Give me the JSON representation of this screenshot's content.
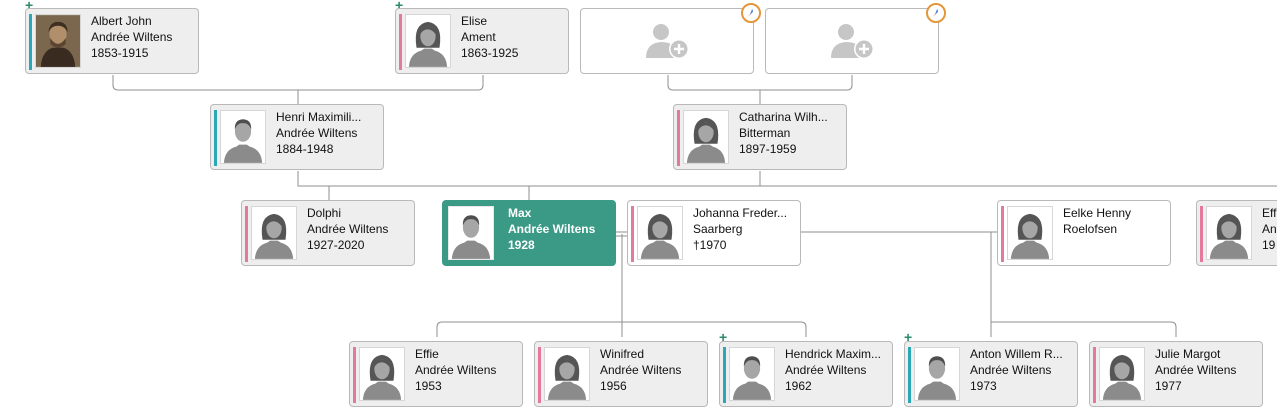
{
  "people": {
    "albert": {
      "line1": "Albert John",
      "line2": "Andrée Wiltens",
      "line3": "1853-1915",
      "photo": "portrait-photo"
    },
    "elise": {
      "line1": "Elise",
      "line2": "Ament",
      "line3": "1863-1925"
    },
    "henri": {
      "line1": "Henri Maximili...",
      "line2": "Andrée Wiltens",
      "line3": "1884-1948"
    },
    "catharina": {
      "line1": "Catharina Wilh...",
      "line2": "Bitterman",
      "line3": "1897-1959"
    },
    "dolphi": {
      "line1": "Dolphi",
      "line2": "Andrée Wiltens",
      "line3": "1927-2020"
    },
    "max": {
      "line1": "Max",
      "line2": "Andrée Wiltens",
      "line3": "1928"
    },
    "johanna": {
      "line1": "Johanna Freder...",
      "line2": "Saarberg",
      "line3": "†1970"
    },
    "eelke": {
      "line1": "Eelke Henny",
      "line2": "Roelofsen",
      "line3": ""
    },
    "partial": {
      "line1": "Eff",
      "line2": "An",
      "line3": "19"
    },
    "effie": {
      "line1": "Effie",
      "line2": "Andrée Wiltens",
      "line3": "1953"
    },
    "winifred": {
      "line1": "Winifred",
      "line2": "Andrée Wiltens",
      "line3": "1956"
    },
    "hendrick": {
      "line1": "Hendrick Maxim...",
      "line2": "Andrée Wiltens",
      "line3": "1962"
    },
    "anton": {
      "line1": "Anton Willem R...",
      "line2": "Andrée Wiltens",
      "line3": "1973"
    },
    "julie": {
      "line1": "Julie Margot",
      "line2": "Andrée Wiltens",
      "line3": "1977"
    }
  },
  "expand_marker": "+",
  "icons": {
    "add_person": "add-person-icon",
    "compass": "compass-icon",
    "male": "male-silhouette-icon",
    "female": "female-silhouette-icon"
  },
  "colors": {
    "focus": "#3a9a86",
    "male_bar": "#2aa8b5",
    "female_bar": "#e3799f",
    "expand_plus": "#2d8a6e",
    "compass_ring": "#e3963a"
  }
}
